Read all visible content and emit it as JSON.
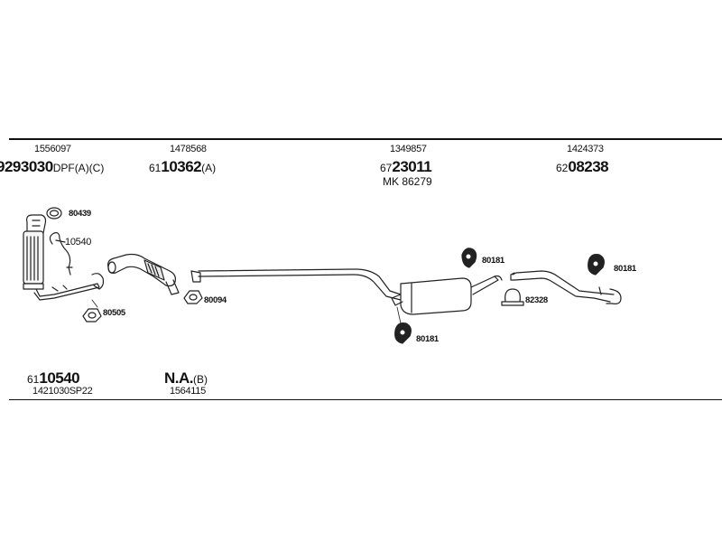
{
  "columns": [
    {
      "ref": "1556097",
      "code_prefix": "9293030",
      "code_bold": "",
      "code_suffix": "DPF(A)(C)"
    },
    {
      "ref": "1478568",
      "code_prefix": "61",
      "code_bold": "10362",
      "code_suffix": "(A)"
    },
    {
      "ref": "1349857",
      "code_prefix": "67",
      "code_bold": "23011",
      "code_suffix": "",
      "sub": "MK  86279"
    },
    {
      "ref": "1424373",
      "code_prefix": "62",
      "code_bold": "08238",
      "code_suffix": ""
    }
  ],
  "bottom": [
    {
      "code_prefix": "61",
      "code_bold": "10540",
      "code_suffix": "",
      "ref": "1421030SP22"
    },
    {
      "code_prefix": "",
      "code_bold": "N.A.",
      "code_suffix": "(B)",
      "ref": "1564115"
    }
  ],
  "callouts": {
    "c80439": "80439",
    "c10540": "10540",
    "c80505": "80505",
    "c80094": "80094",
    "c80181a": "80181",
    "c80181b": "80181",
    "c80181c": "80181",
    "c82328": "82328"
  }
}
